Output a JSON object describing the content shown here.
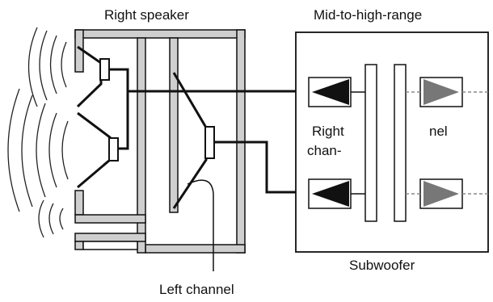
{
  "labels": {
    "right_speaker": "Right speaker",
    "mid_to_high_range": "Mid-to-high-range",
    "right_channel_line1": "Right",
    "right_channel_line2": "chan-",
    "channel_cont": "nel",
    "subwoofer": "Subwoofer",
    "left_channel": "Left channel"
  }
}
